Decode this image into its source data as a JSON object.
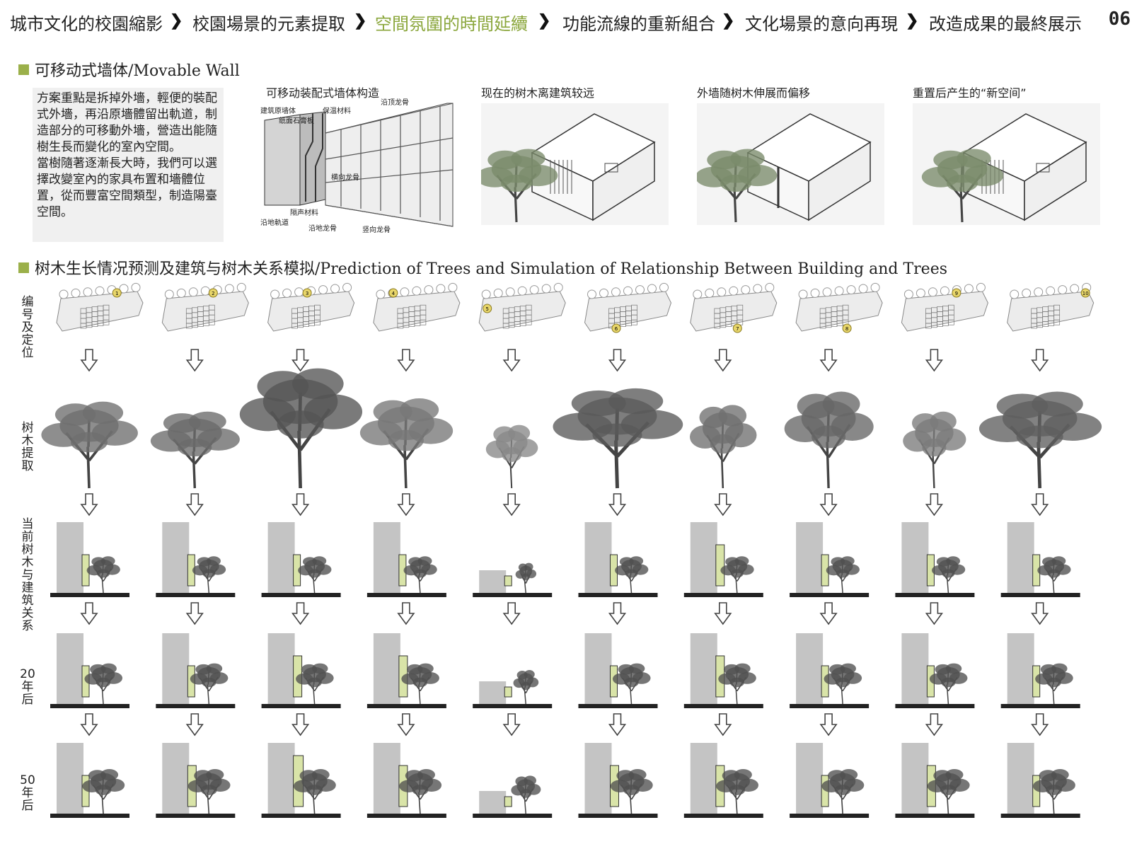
{
  "nav": {
    "items": [
      "城市文化的校園縮影",
      "校園場景的元素提取",
      "空間氛圍的時間延續",
      "功能流線的重新組合",
      "文化場景的意向再現",
      "改造成果的最終展示"
    ],
    "active_index": 2,
    "page_number": "06"
  },
  "section1": {
    "title": "可移动式墙体/Movable Wall",
    "description": "方案重點是拆掉外墻，輕便的裝配式外墻，再沿原墻體留出軌道，制造部分的可移動外墻，營造出能隨樹生長而變化的室內空間。\n當樹隨著逐漸長大時，我們可以選擇改變室內的家具布置和墻體位置，從而豐富空間類型，制造陽臺空間。",
    "construction": {
      "caption": "可移动装配式墙体构造",
      "labels": [
        "建筑原墙体",
        "纸面石膏板",
        "保温材料",
        "沿顶龙骨",
        "横向龙骨",
        "隔声材料",
        "沿地軌道",
        "沿地龙骨",
        "竖向龙骨"
      ]
    },
    "phases": [
      "现在的树木离建筑较远",
      "外墙随树木伸展而偏移",
      "重置后产生的“新空间”"
    ]
  },
  "section2": {
    "title": "树木生长情况预测及建筑与树木关系模拟/Prediction of Trees and Simulation of Relationship Between Building and Trees",
    "row_labels": [
      "编号及定位",
      "树木提取",
      "当前树木与建筑关系",
      "20年后",
      "50年后"
    ],
    "tree_numbers": [
      "1",
      "2",
      "3",
      "4",
      "5",
      "6",
      "7",
      "8",
      "9",
      "10"
    ]
  },
  "colors": {
    "accent": "#8aa63b",
    "wall": "#c4c4c4",
    "extension": "#d9e4a8",
    "ground": "#222222",
    "foliage": "#555555"
  }
}
